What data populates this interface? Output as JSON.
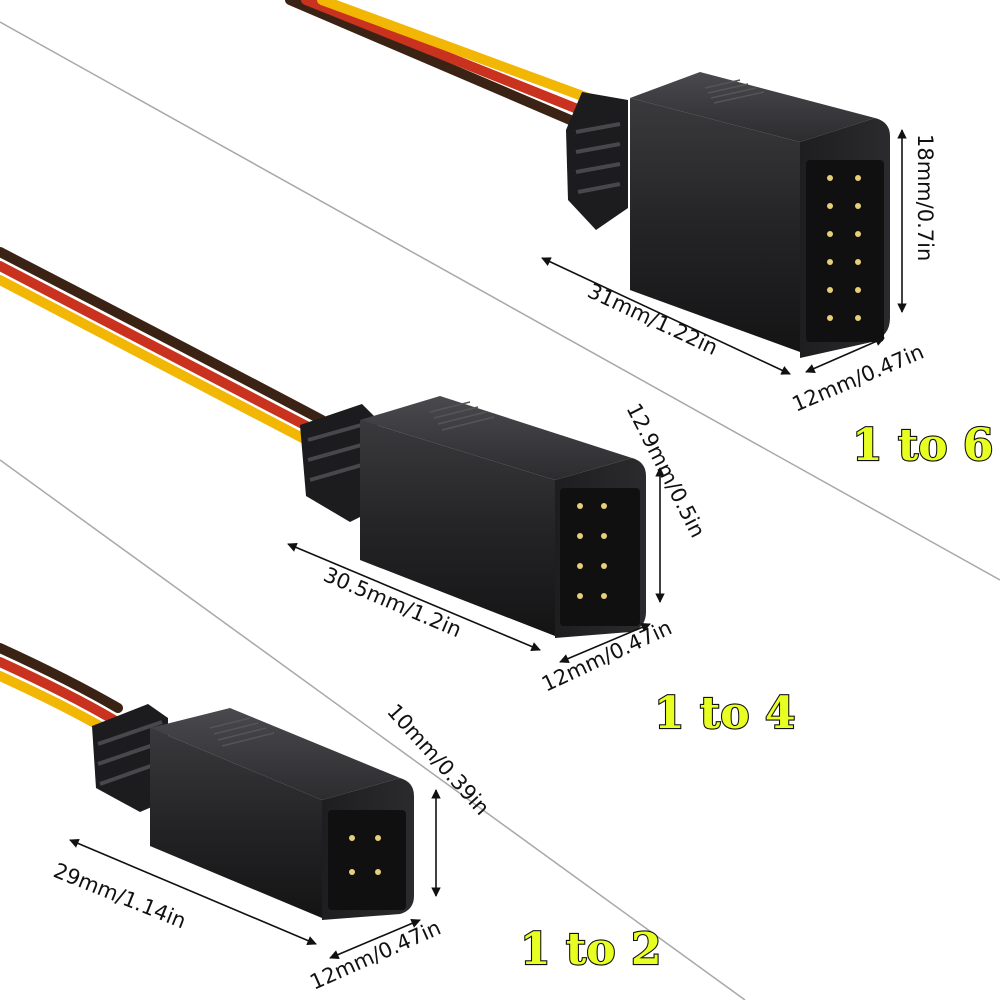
{
  "products": {
    "six": {
      "label": "1 to 6",
      "length": "31mm/1.22in",
      "height": "18mm/0.7in",
      "width": "12mm/0.47in",
      "pins": 12
    },
    "four": {
      "label": "1 to 4",
      "length": "30.5mm/1.2in",
      "height": "12.9mm/0.5in",
      "width": "12mm/0.47in",
      "pins": 8
    },
    "two": {
      "label": "1 to 2",
      "length": "29mm/1.14in",
      "height": "10mm/0.39in",
      "width": "12mm/0.47in",
      "pins": 4
    }
  },
  "colors": {
    "background": "#ffffff",
    "housing": "#1c1c1e",
    "wire_yellow": "#f2b705",
    "wire_red": "#c9321e",
    "wire_brown": "#3a2214",
    "pin": "#e6cf7a",
    "title_fill": "#e8ff22"
  }
}
